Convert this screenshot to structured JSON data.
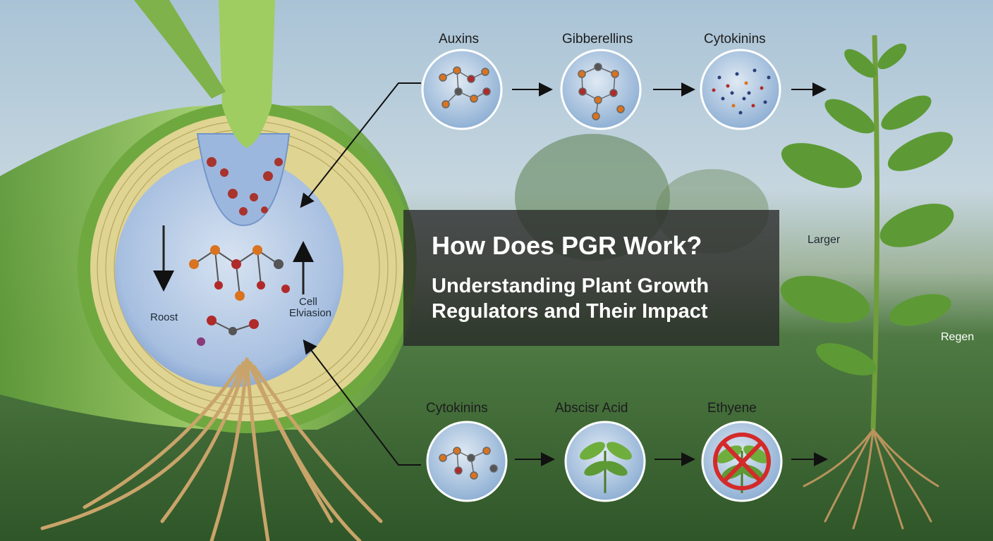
{
  "title": {
    "main": "How Does PGR Work?",
    "sub_line1": "Understanding Plant Growth",
    "sub_line2": "Regulators and Their Impact"
  },
  "top_row": [
    {
      "label": "Auxins",
      "icon": "molecule-icon"
    },
    {
      "label": "Gibberellins",
      "icon": "molecule-icon"
    },
    {
      "label": "Cytokinins",
      "icon": "particles-icon"
    }
  ],
  "bottom_row": [
    {
      "label": "Cytokinins",
      "icon": "molecule-icon"
    },
    {
      "label": "Abscisr Acid",
      "icon": "leaf-icon"
    },
    {
      "label": "Ethyene",
      "icon": "prohibited-leaf-icon"
    }
  ],
  "cross_section": {
    "left_label": "Roost",
    "right_label_line1": "Cell",
    "right_label_line2": "Elviasion"
  },
  "plant": {
    "label_upper": "Larger",
    "label_lower": "Regen"
  },
  "colors": {
    "sky": "#b9cddc",
    "field": "#3f6b35",
    "stem_green": "#7fb24a",
    "cell_yellow": "#e3d79a",
    "vacuole_blue": "#9fb8dd",
    "title_box": "#2a2a2a",
    "atom_orange": "#d9731f",
    "atom_red": "#b02a2a",
    "prohibit_red": "#d42a2a"
  }
}
